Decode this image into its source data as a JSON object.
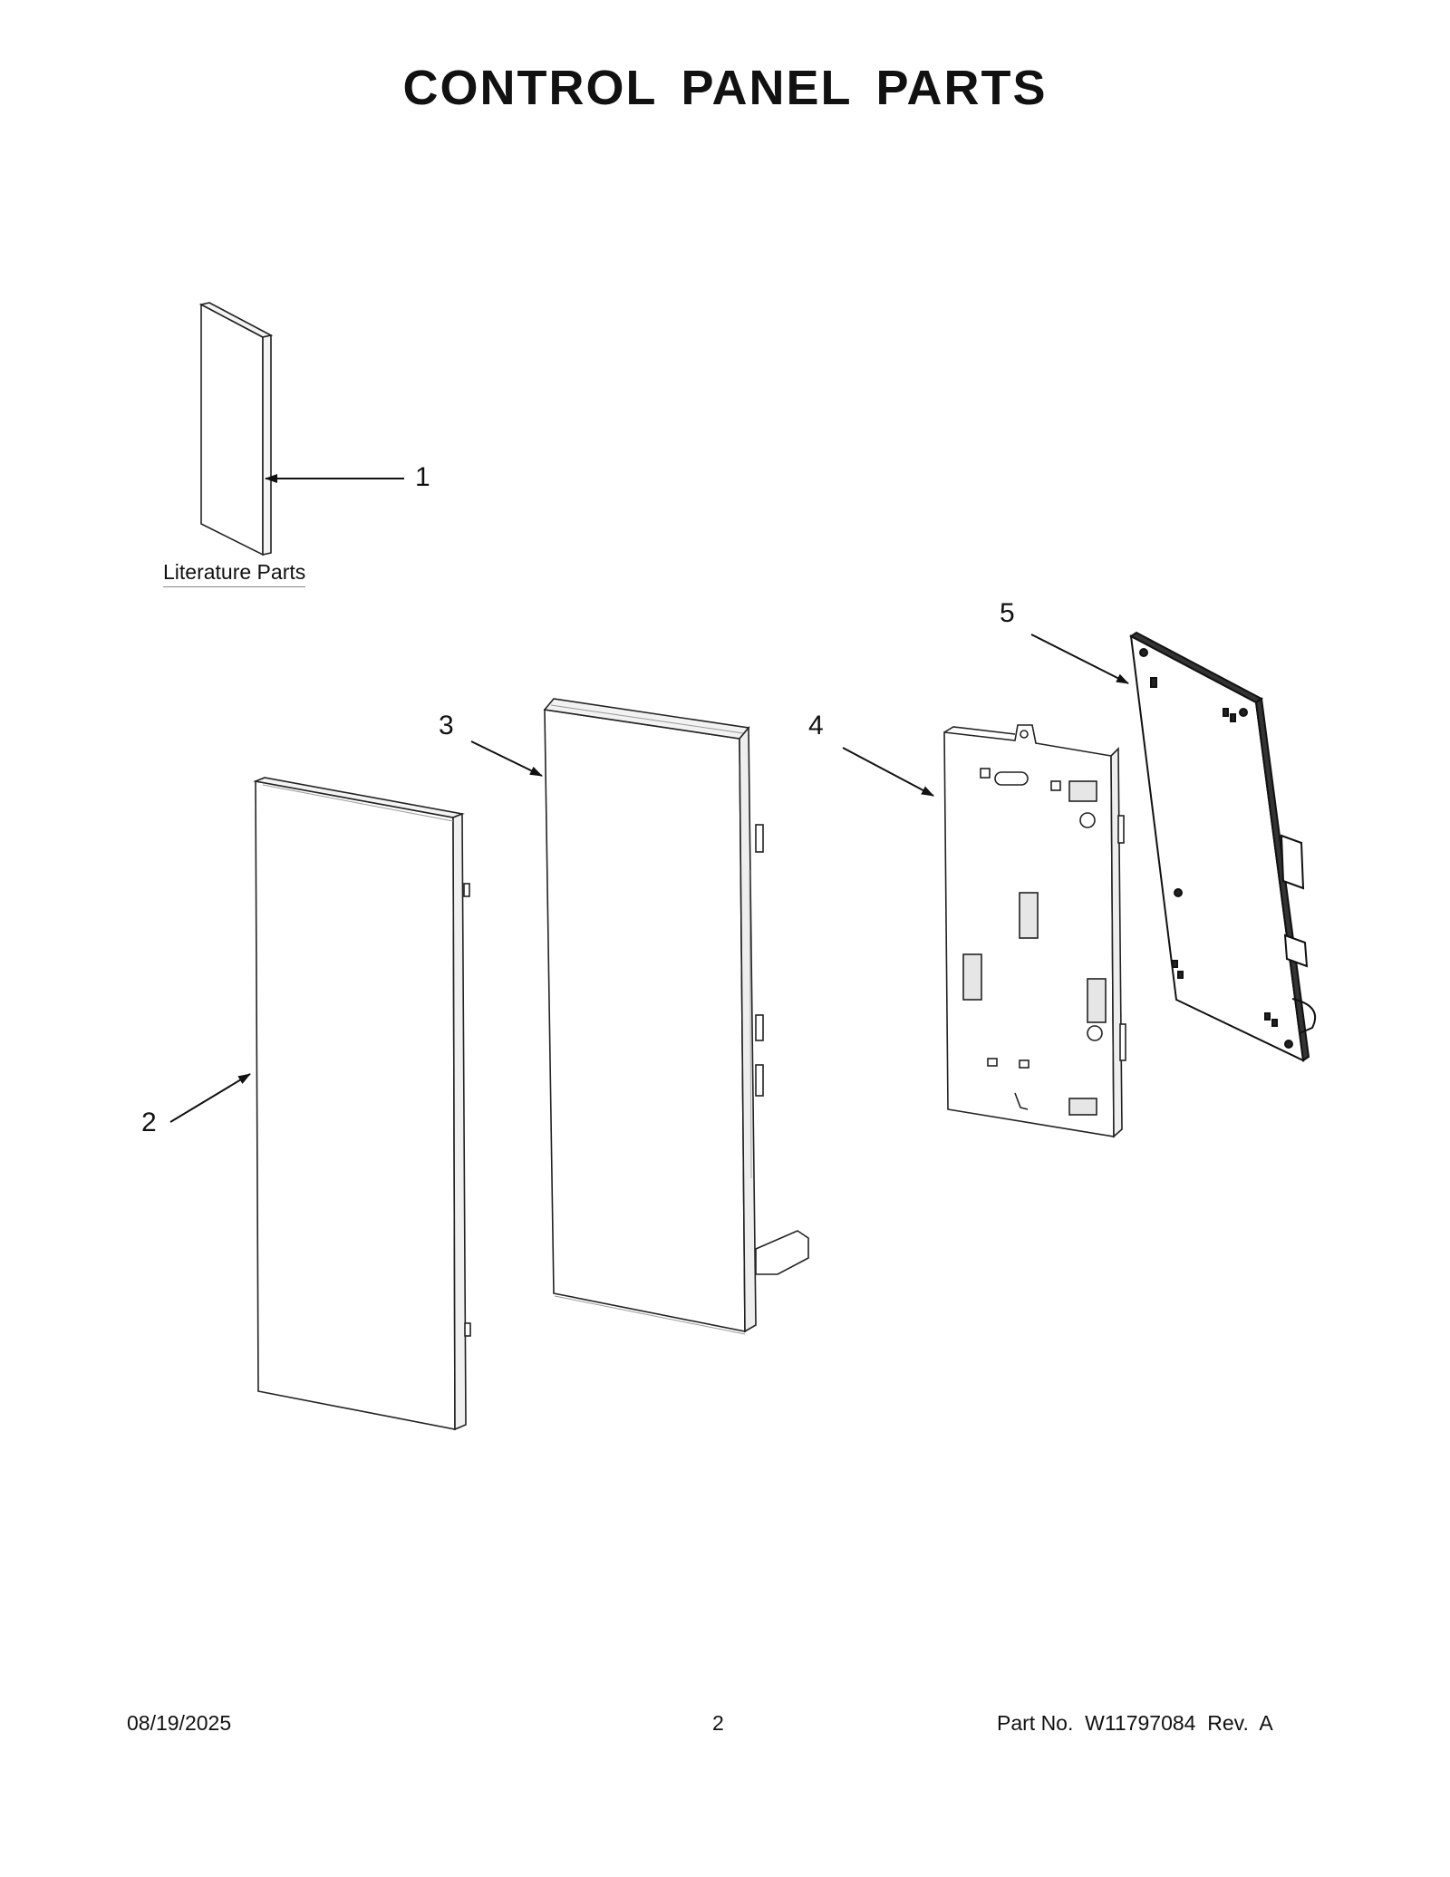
{
  "page": {
    "title": "CONTROL PANEL PARTS"
  },
  "literature": {
    "label": "Literature Parts"
  },
  "callouts": [
    "1",
    "2",
    "3",
    "4",
    "5"
  ],
  "footer": {
    "date": "08/19/2025",
    "page_number": "2",
    "part_no": "Part No.  W11797084  Rev.  A"
  }
}
